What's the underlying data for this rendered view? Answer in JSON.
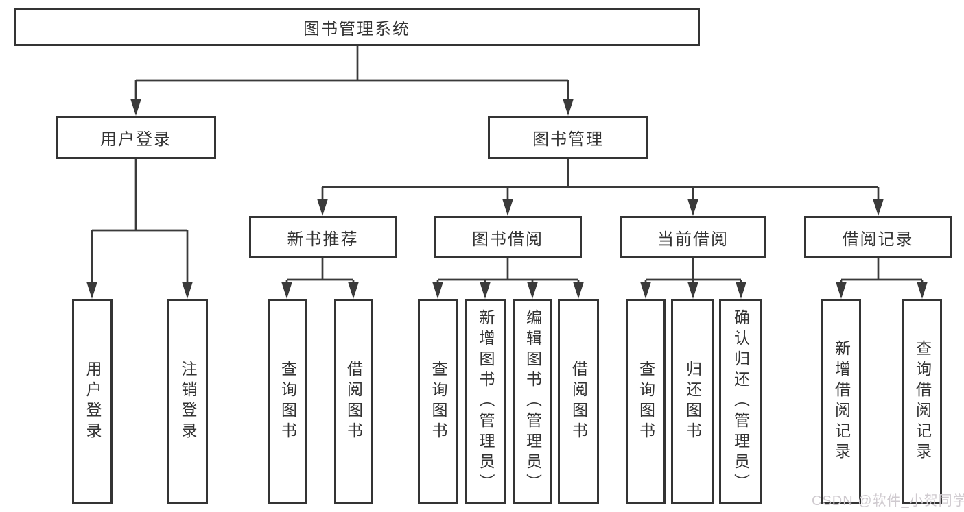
{
  "tree": {
    "root": "图书管理系统",
    "children": [
      {
        "label": "用户登录",
        "children": [
          {
            "label": "用户登录"
          },
          {
            "label": "注销登录"
          }
        ]
      },
      {
        "label": "图书管理",
        "children": [
          {
            "label": "新书推荐",
            "children": [
              {
                "label": "查询图书"
              },
              {
                "label": "借阅图书"
              }
            ]
          },
          {
            "label": "图书借阅",
            "children": [
              {
                "label": "查询图书"
              },
              {
                "label": "新增图书（管理员）"
              },
              {
                "label": "编辑图书（管理员）"
              },
              {
                "label": "借阅图书"
              }
            ]
          },
          {
            "label": "当前借阅",
            "children": [
              {
                "label": "查询图书"
              },
              {
                "label": "归还图书"
              },
              {
                "label": "确认归还（管理员）"
              }
            ]
          },
          {
            "label": "借阅记录",
            "children": [
              {
                "label": "新增借阅记录"
              },
              {
                "label": "查询借阅记录"
              }
            ]
          }
        ]
      }
    ]
  },
  "watermark": {
    "text": "CSDN @软件_小贺同学"
  },
  "colors": {
    "line": "#3a3a3a",
    "border": "#343434",
    "text": "#333333",
    "background": "#ffffff",
    "watermark": "#cfcacf"
  }
}
